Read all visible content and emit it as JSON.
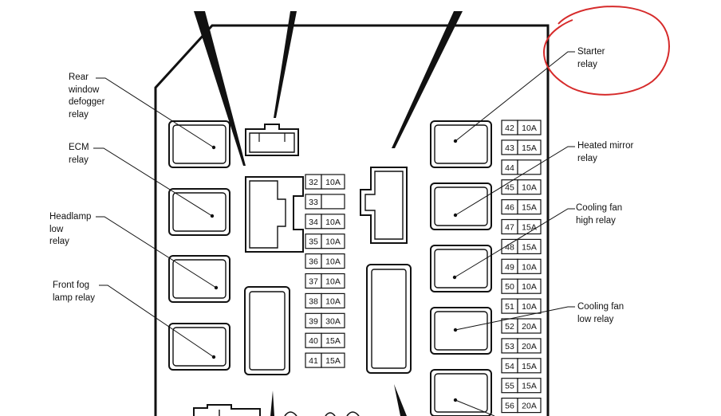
{
  "labels": {
    "rear_window_defogger": "Rear\nwindow\ndefogger\nrelay",
    "ecm": "ECM\nrelay",
    "headlamp_low": "Headlamp\nlow\nrelay",
    "front_fog": "Front fog\nlamp relay",
    "starter": "Starter\nrelay",
    "heated_mirror": "Heated mirror\nrelay",
    "cooling_fan_high": "Cooling fan\nhigh relay",
    "cooling_fan_low": "Cooling fan\nlow relay"
  },
  "middle_fuses": [
    {
      "num": "32",
      "amp": "10A"
    },
    {
      "num": "33",
      "amp": ""
    },
    {
      "num": "34",
      "amp": "10A"
    },
    {
      "num": "35",
      "amp": "10A"
    },
    {
      "num": "36",
      "amp": "10A"
    },
    {
      "num": "37",
      "amp": "10A"
    },
    {
      "num": "38",
      "amp": "10A"
    },
    {
      "num": "39",
      "amp": "30A"
    },
    {
      "num": "40",
      "amp": "15A"
    },
    {
      "num": "41",
      "amp": "15A"
    }
  ],
  "right_fuses": [
    {
      "num": "42",
      "amp": "10A"
    },
    {
      "num": "43",
      "amp": "15A"
    },
    {
      "num": "44",
      "amp": ""
    },
    {
      "num": "45",
      "amp": "10A"
    },
    {
      "num": "46",
      "amp": "15A"
    },
    {
      "num": "47",
      "amp": "15A"
    },
    {
      "num": "48",
      "amp": "15A"
    },
    {
      "num": "49",
      "amp": "10A"
    },
    {
      "num": "50",
      "amp": "10A"
    },
    {
      "num": "51",
      "amp": "10A"
    },
    {
      "num": "52",
      "amp": "20A"
    },
    {
      "num": "53",
      "amp": "20A"
    },
    {
      "num": "54",
      "amp": "15A"
    },
    {
      "num": "55",
      "amp": "15A"
    },
    {
      "num": "56",
      "amp": "20A"
    }
  ],
  "colors": {
    "line": "#111111",
    "annotation_circle": "#d62b2b"
  }
}
